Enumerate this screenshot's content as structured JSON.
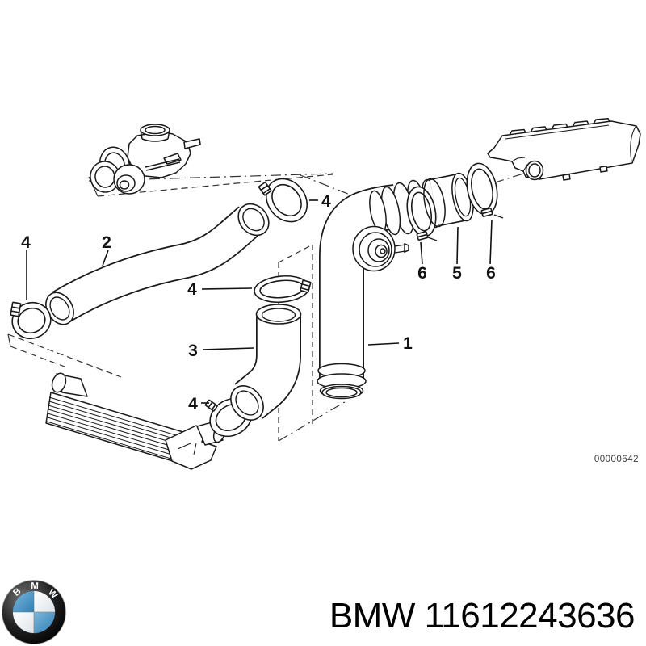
{
  "diagram": {
    "image_number": "00000642",
    "labels": [
      "4",
      "2",
      "4",
      "4",
      "3",
      "4",
      "1",
      "6",
      "5",
      "6"
    ]
  },
  "footer": {
    "caption": "BMW 11612243636",
    "logo": {
      "b": "B",
      "m": "M",
      "w": "W"
    }
  },
  "colors": {
    "line": "#1a1a1a",
    "construction_line": "#333333",
    "logo_blue": "#4598cb",
    "background": "#ffffff"
  }
}
